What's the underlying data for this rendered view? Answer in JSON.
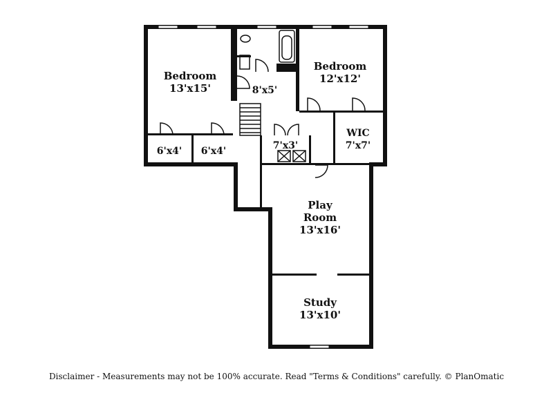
{
  "rooms": {
    "bedroom_left": {
      "name": "Bedroom",
      "size": "13'x15'"
    },
    "bedroom_right": {
      "name": "Bedroom",
      "size": "12'x12'"
    },
    "hall": {
      "size": "8'x5'"
    },
    "closet_a": {
      "size": "6'x4'"
    },
    "closet_b": {
      "size": "6'x4'"
    },
    "linen": {
      "size": "7'x3'"
    },
    "wic": {
      "name": "WIC",
      "size": "7'x7'"
    },
    "play_room": {
      "name_line1": "Play",
      "name_line2": "Room",
      "size": "13'x16'"
    },
    "study": {
      "name": "Study",
      "size": "13'x10'"
    }
  },
  "disclaimer": "Disclaimer - Measurements may not be 100% accurate. Read \"Terms & Conditions\" carefully. © PlanOmatic"
}
